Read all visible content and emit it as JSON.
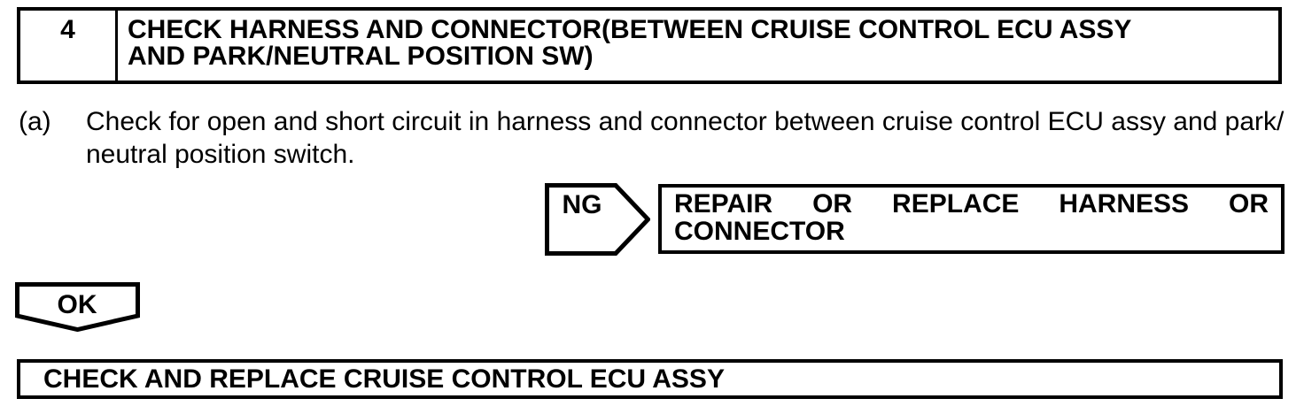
{
  "colors": {
    "background": "#ffffff",
    "ink": "#000000"
  },
  "step_header": {
    "number": "4",
    "title_line1": "CHECK HARNESS AND CONNECTOR(BETWEEN CRUISE CONTROL ECU ASSY",
    "title_line2": "AND PARK/NEUTRAL POSITION SW)"
  },
  "instruction": {
    "label": "(a)",
    "line1": "Check for open and short circuit in harness and connector between cruise control ECU assy and park/",
    "line2": "neutral position switch."
  },
  "ng_branch": {
    "flag_label": "NG",
    "action_line1": "REPAIR OR REPLACE HARNESS OR",
    "action_line2": "CONNECTOR"
  },
  "ok_branch": {
    "flag_label": "OK"
  },
  "result": {
    "action": "CHECK AND REPLACE CRUISE CONTROL ECU ASSY"
  }
}
